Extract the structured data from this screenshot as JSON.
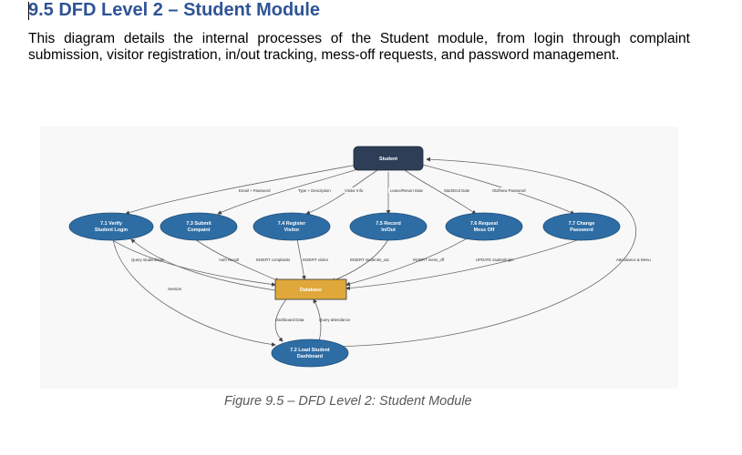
{
  "heading": "9.5 DFD Level 2 – Student Module",
  "paragraph": "This diagram details the internal processes of the Student module, from login through complaint submission, visitor registration, in/out tracking, mess-off requests, and password management.",
  "caption": "Figure 9.5 – DFD Level 2: Student Module",
  "colors": {
    "heading": "#2f5496",
    "process": "#2e6da4",
    "entity": "#2f3e57",
    "datastore": "#e0a83a"
  },
  "diagram": {
    "entity": {
      "label": "Student"
    },
    "datastore": {
      "label": "Database"
    },
    "processes": [
      {
        "line1": "7.1 Verify",
        "line2": "Student Login"
      },
      {
        "line1": "7.3 Submit",
        "line2": "Compaint"
      },
      {
        "line1": "7.4 Register",
        "line2": "Visitor"
      },
      {
        "line1": "7.5 Record",
        "line2": "In/Out"
      },
      {
        "line1": "7.6 Request",
        "line2": "Mess Off"
      },
      {
        "line1": "7.7 Change",
        "line2": "Password"
      },
      {
        "line1": "7.2 Load Student",
        "line2": "Dashboard"
      }
    ],
    "edge_labels": {
      "email_password": "Email + Password",
      "type_description": "Type + Description",
      "visitor_info": "Visitor Info",
      "leave_return": "Leave/Return Date",
      "start_end": "Start/End Date",
      "old_new_password": "Old/New Password",
      "query_studentlogin": "Query studentlogin",
      "auth_result": "Auth Result",
      "insert_complaints": "INSERT complaints",
      "insert_visitor": "INSERT visitor",
      "insert_studentin_out": "INSERT studentin_out",
      "insert_mess_off": "INSERT mess_off",
      "update_studentlogin": "UPDATE studentlogin",
      "attendance_menu": "Attendance & Menu",
      "session": "Session",
      "dashboard_data": "Dashboard Data",
      "query_attendance": "Query attendance"
    }
  }
}
